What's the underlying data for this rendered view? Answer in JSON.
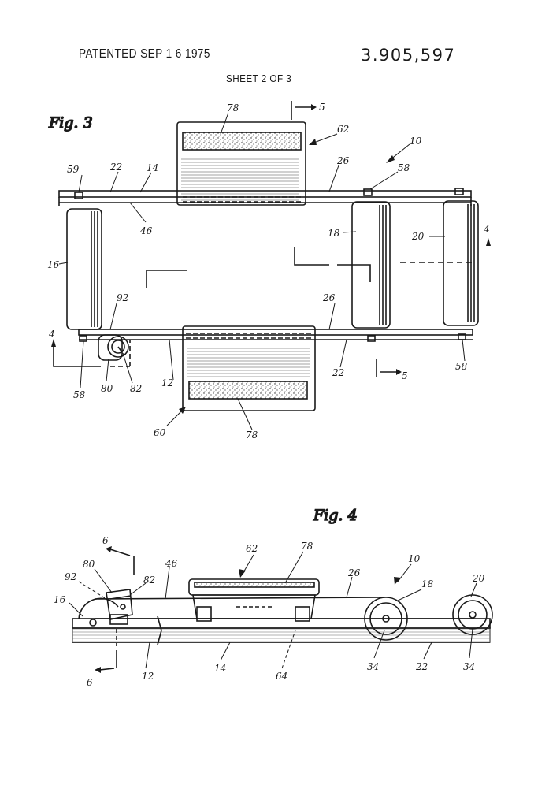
{
  "header": {
    "patented": "PATENTED SEP 1 6 1975",
    "patent_number": "3.905,597",
    "sheet": "SHEET 2 OF 3"
  },
  "fig3": {
    "title": "Fig. 3",
    "labels": {
      "l78a": "78",
      "l5a": "5",
      "l62": "62",
      "l10": "10",
      "l59": "59",
      "l22a": "22",
      "l14": "14",
      "l26a": "26",
      "l58a": "58",
      "l46": "46",
      "l18": "18",
      "l20": "20",
      "l4a": "4",
      "l16": "16",
      "l92a": "92",
      "l26b": "26",
      "l4b": "4",
      "l12": "12",
      "l22b": "22",
      "l58b": "58",
      "l58c": "58",
      "l80": "80",
      "l82": "82",
      "l5b": "5",
      "l60": "60",
      "l78b": "78"
    }
  },
  "fig4": {
    "title": "Fig. 4",
    "labels": {
      "l6a": "6",
      "l62": "62",
      "l78": "78",
      "l10": "10",
      "l80": "80",
      "l46": "46",
      "l26": "26",
      "l18": "18",
      "l20": "20",
      "l92": "92",
      "l82": "82",
      "l16": "16",
      "l12": "12",
      "l14": "14",
      "l64": "64",
      "l34a": "34",
      "l22": "22",
      "l34b": "34",
      "l6b": "6"
    }
  }
}
